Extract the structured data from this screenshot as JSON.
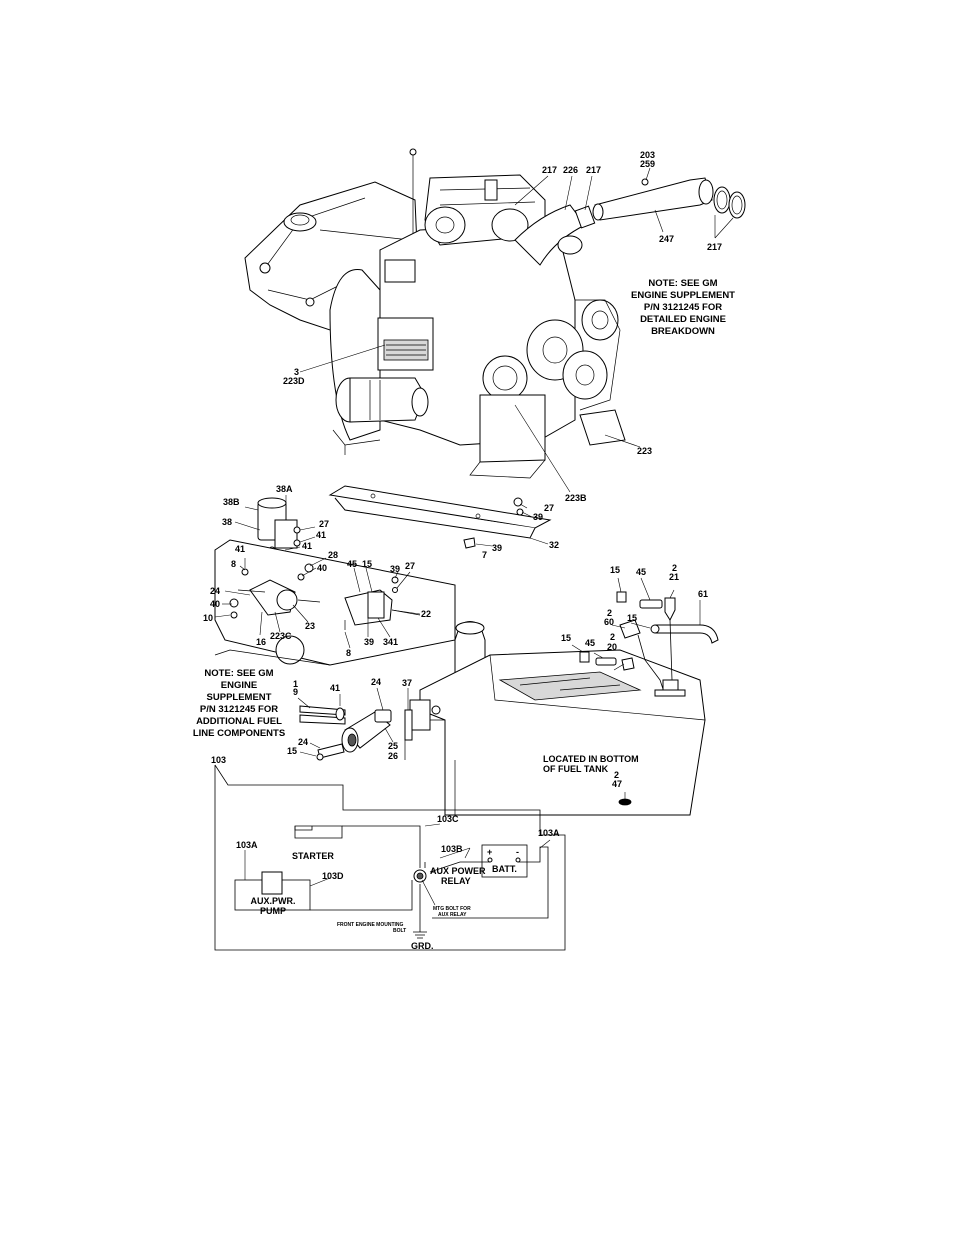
{
  "callouts": {
    "c203": "203",
    "c259": "259",
    "c217a": "217",
    "c226": "226",
    "c217b": "217",
    "c247": "247",
    "c217c": "217",
    "c3": "3",
    "c223D": "223D",
    "c223": "223",
    "c223B": "223B",
    "c38A": "38A",
    "c38B": "38B",
    "c38": "38",
    "c27a": "27",
    "c41a": "41",
    "c41b": "41",
    "c41c": "41",
    "c8a": "8",
    "c28": "28",
    "c40a": "40",
    "c45a": "45",
    "c15a": "15",
    "c39a": "39",
    "c27b": "27",
    "c24a": "24",
    "c40b": "40",
    "c10": "10",
    "c16": "16",
    "c223C": "223C",
    "c23": "23",
    "c8b": "8",
    "c39b": "39",
    "c341": "341",
    "c22": "22",
    "c27c": "27",
    "c39c": "39",
    "c32": "32",
    "c39d": "39",
    "c7": "7",
    "c15b": "15",
    "c45b": "45",
    "c2a": "2",
    "c21": "21",
    "c61": "61",
    "c2b": "2",
    "c60": "60",
    "c15c": "15",
    "c15d": "15",
    "c45c": "45",
    "c2c": "2",
    "c20": "20",
    "c1": "1",
    "c9": "9",
    "c41d": "41",
    "c24b": "24",
    "c37": "37",
    "c24c": "24",
    "c15e": "15",
    "c25": "25",
    "c26": "26",
    "c2d": "2",
    "c47": "47"
  },
  "notes": {
    "engine": [
      "NOTE: SEE GM",
      "ENGINE SUPPLEMENT",
      "P/N 3121245 FOR",
      "DETAILED ENGINE",
      "BREAKDOWN"
    ],
    "fuel": [
      "NOTE: SEE GM",
      "ENGINE",
      "SUPPLEMENT",
      "P/N 3121245 FOR",
      "ADDITIONAL FUEL",
      "LINE COMPONENTS"
    ],
    "tank": [
      "LOCATED IN BOTTOM",
      "OF FUEL TANK"
    ]
  },
  "schematic": {
    "c103": "103",
    "c103C": "103C",
    "c103A_left": "103A",
    "c103A_right": "103A",
    "c103B": "103B",
    "c103D": "103D",
    "starter": "STARTER",
    "aux_pump": [
      "AUX.PWR.",
      "PUMP"
    ],
    "aux_relay": [
      "AUX POWER",
      "RELAY"
    ],
    "battery": "BATT.",
    "plus": "+",
    "minus": "-",
    "mtg_bolt": [
      "MTG BOLT FOR",
      "AUX RELAY"
    ],
    "front_bolt": [
      "FRONT ENGINE MOUNTING",
      "BOLT"
    ],
    "ground": "GRD."
  }
}
